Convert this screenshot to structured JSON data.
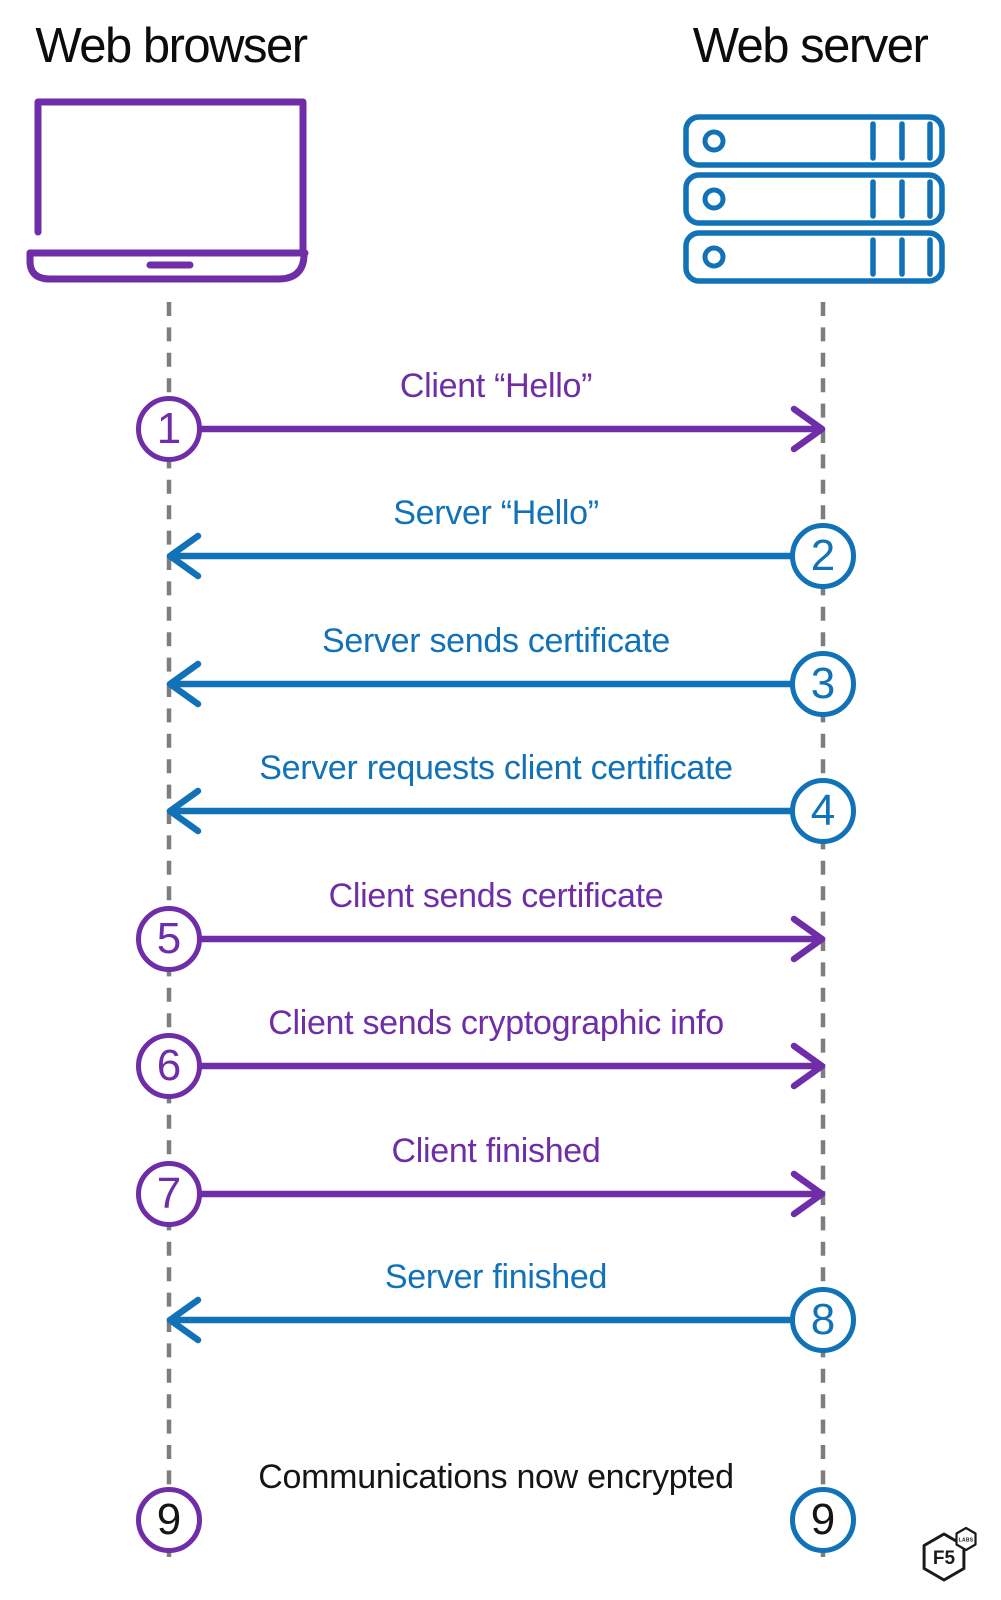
{
  "header": {
    "left_label": "Web browser",
    "right_label": "Web server"
  },
  "actors": {
    "left_icon": "laptop-icon",
    "right_icon": "server-stack-icon"
  },
  "colors": {
    "client_purple": "#6F2DA8",
    "server_blue": "#1172B8",
    "lifeline_gray": "#7E7E7E",
    "text_black": "#0C0C0C"
  },
  "messages": [
    {
      "number": "1",
      "label": "Client “Hello”",
      "from": "browser",
      "to": "server",
      "color": "purple"
    },
    {
      "number": "2",
      "label": "Server “Hello”",
      "from": "server",
      "to": "browser",
      "color": "blue"
    },
    {
      "number": "3",
      "label": "Server sends certificate",
      "from": "server",
      "to": "browser",
      "color": "blue"
    },
    {
      "number": "4",
      "label": "Server requests client certificate",
      "from": "server",
      "to": "browser",
      "color": "blue"
    },
    {
      "number": "5",
      "label": "Client sends certificate",
      "from": "browser",
      "to": "server",
      "color": "purple"
    },
    {
      "number": "6",
      "label": "Client sends cryptographic info",
      "from": "browser",
      "to": "server",
      "color": "purple"
    },
    {
      "number": "7",
      "label": "Client finished",
      "from": "browser",
      "to": "server",
      "color": "purple"
    },
    {
      "number": "8",
      "label": "Server finished",
      "from": "server",
      "to": "browser",
      "color": "blue"
    },
    {
      "number": "9",
      "label": "Communications now encrypted",
      "from": "both",
      "to": "both",
      "color": "purple-to-blue"
    }
  ],
  "logo": {
    "text": "F5",
    "sub_text": "LABS"
  }
}
